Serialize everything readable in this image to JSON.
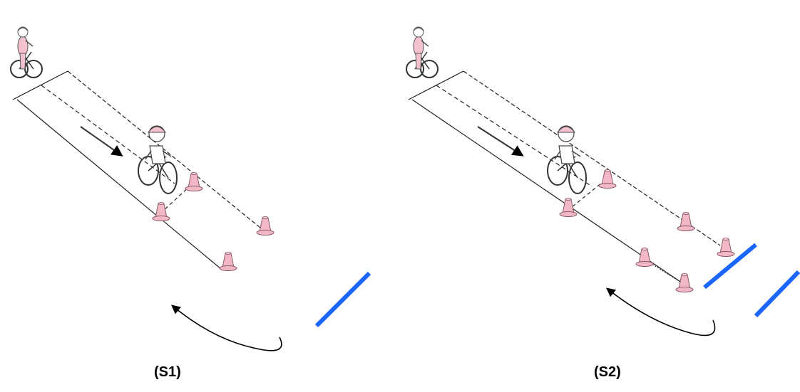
{
  "panels": [
    {
      "caption": "(S1)"
    },
    {
      "caption": "(S2)"
    }
  ],
  "colors": {
    "cone_fill": "#f2b8c6",
    "cone_stroke": "#8a5a66",
    "rider_fill": "#f4c2cf",
    "line": "#222222",
    "blue_bar": "#1a66ff",
    "arrow": "#000000"
  },
  "icons": [
    "bicycle-rider",
    "traffic-cone",
    "direction-arrow",
    "return-arrow",
    "finish-line-bar"
  ]
}
